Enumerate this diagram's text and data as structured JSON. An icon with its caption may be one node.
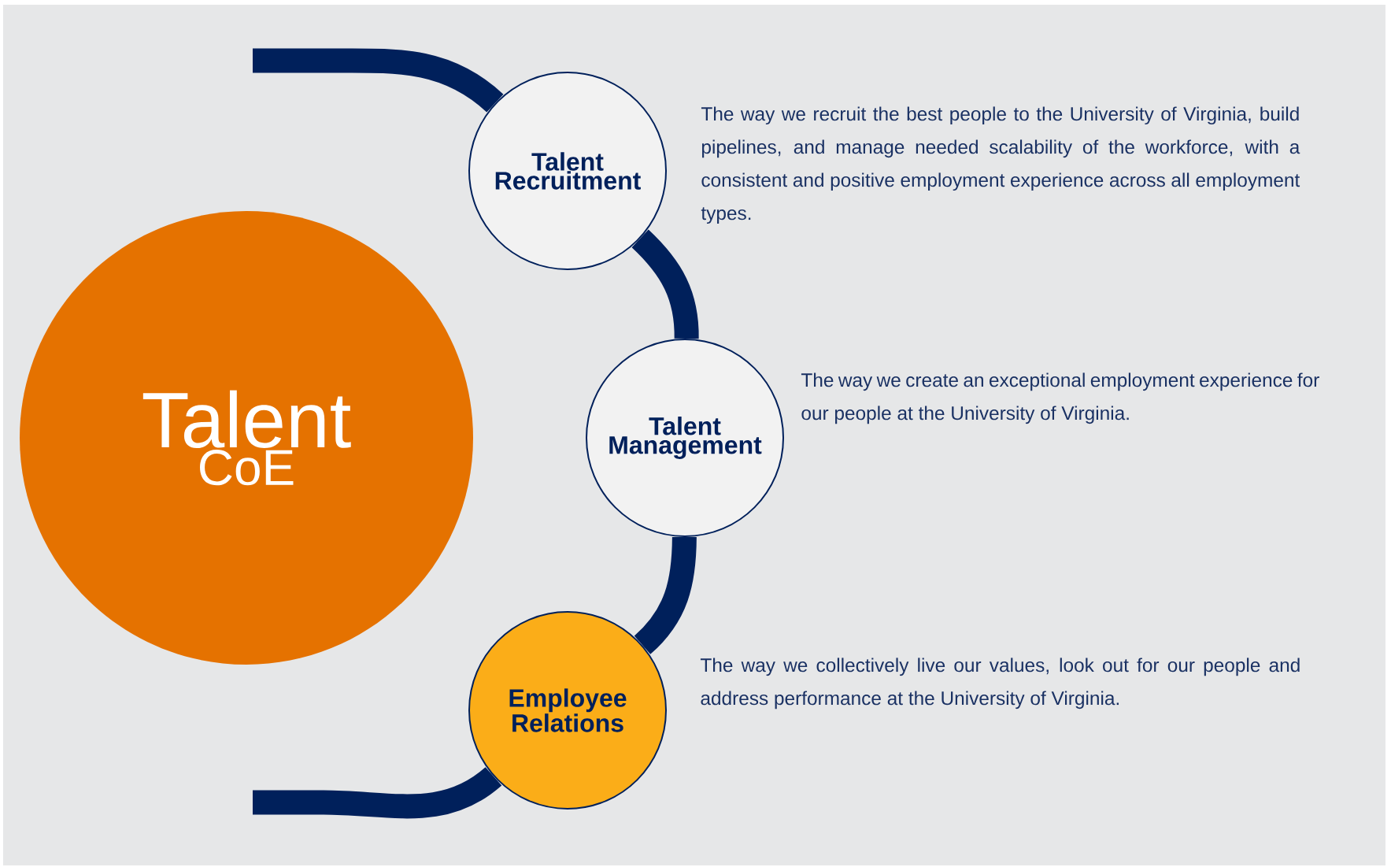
{
  "diagram": {
    "nodes": [
      {
        "text": [
          "Talent",
          "CoE"
        ]
      },
      {
        "text": [
          "Talent Recruitment"
        ],
        "beside": [
          "The way we recruit the best people to the University of Virginia, build pipelines, and manage needed scalability of the workforce, with a consistent and positive employment experience across all employment types."
        ]
      },
      {
        "text": [
          "Talent Management"
        ],
        "beside": [
          "The way we create an exceptional employment experience for our people at the University of Virginia."
        ]
      },
      {
        "text": [
          "Employee Relations"
        ],
        "beside": [
          "The way we collectively live our values, look out for our people and address performance at the University of Virginia."
        ]
      }
    ],
    "edges": [
      {
        "from": null,
        "to": 1,
        "arrow": "none"
      },
      {
        "from": 1,
        "to": 2,
        "arrow": "none"
      },
      {
        "from": 2,
        "to": 3,
        "arrow": "none"
      },
      {
        "from": 3,
        "to": null,
        "arrow": "none"
      }
    ]
  }
}
